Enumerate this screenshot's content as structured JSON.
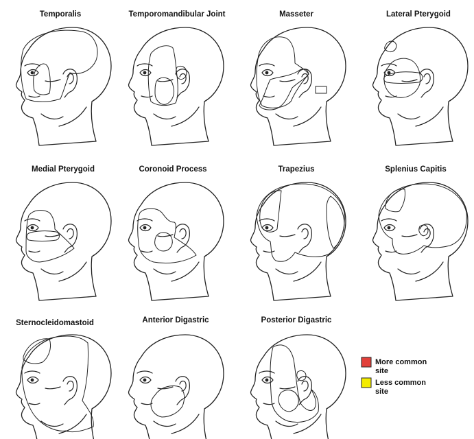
{
  "colors": {
    "more_common": "#e2403a",
    "less_common": "#f4ec00",
    "outline": "#222222"
  },
  "panels": [
    {
      "title": "Temporalis"
    },
    {
      "title": "Temporomandibular Joint"
    },
    {
      "title": "Masseter"
    },
    {
      "title": "Lateral Pterygoid"
    },
    {
      "title": "Medial Pterygoid"
    },
    {
      "title": "Coronoid Process"
    },
    {
      "title": "Trapezius"
    },
    {
      "title": "Splenius Capitis"
    },
    {
      "title": "Sternocleidomastoid"
    },
    {
      "title": "Anterior Digastric"
    },
    {
      "title": "Posterior Digastric"
    }
  ],
  "legend": {
    "items": [
      {
        "line1": "More common",
        "line2": "site",
        "color_key": "more_common"
      },
      {
        "line1": "Less common",
        "line2": "site",
        "color_key": "less_common"
      }
    ]
  }
}
